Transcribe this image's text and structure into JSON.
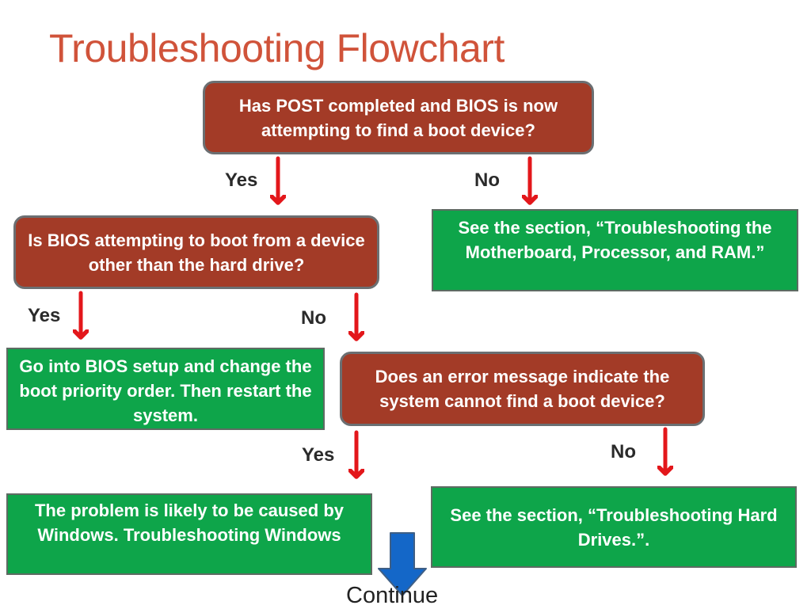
{
  "title": "Troubleshooting Flowchart",
  "nodes": {
    "q1": "Has POST completed and BIOS is now attempting to find a boot device?",
    "q2": "Is BIOS attempting to boot from a device other than the hard drive?",
    "q3": "Does an error message indicate the system cannot find a boot device?",
    "a1": "See the section, “Troubleshooting the Motherboard, Processor, and RAM.”",
    "a2": "Go into BIOS setup and change the boot priority order. Then restart the system.",
    "a3": "The problem is likely to be caused by Windows. Troubleshooting Windows",
    "a4": "See the section, “Troubleshooting Hard Drives.”."
  },
  "labels": {
    "q1_yes": "Yes",
    "q1_no": "No",
    "q2_yes": "Yes",
    "q2_no": "No",
    "q3_yes": "Yes",
    "q3_no": "No"
  },
  "continue_label": "Continue",
  "colors": {
    "title": "#d0533a",
    "question_fill": "#a33b27",
    "answer_fill": "#0ea54a",
    "arrow_red": "#e3171b",
    "continue_arrow": "#1467c8"
  }
}
